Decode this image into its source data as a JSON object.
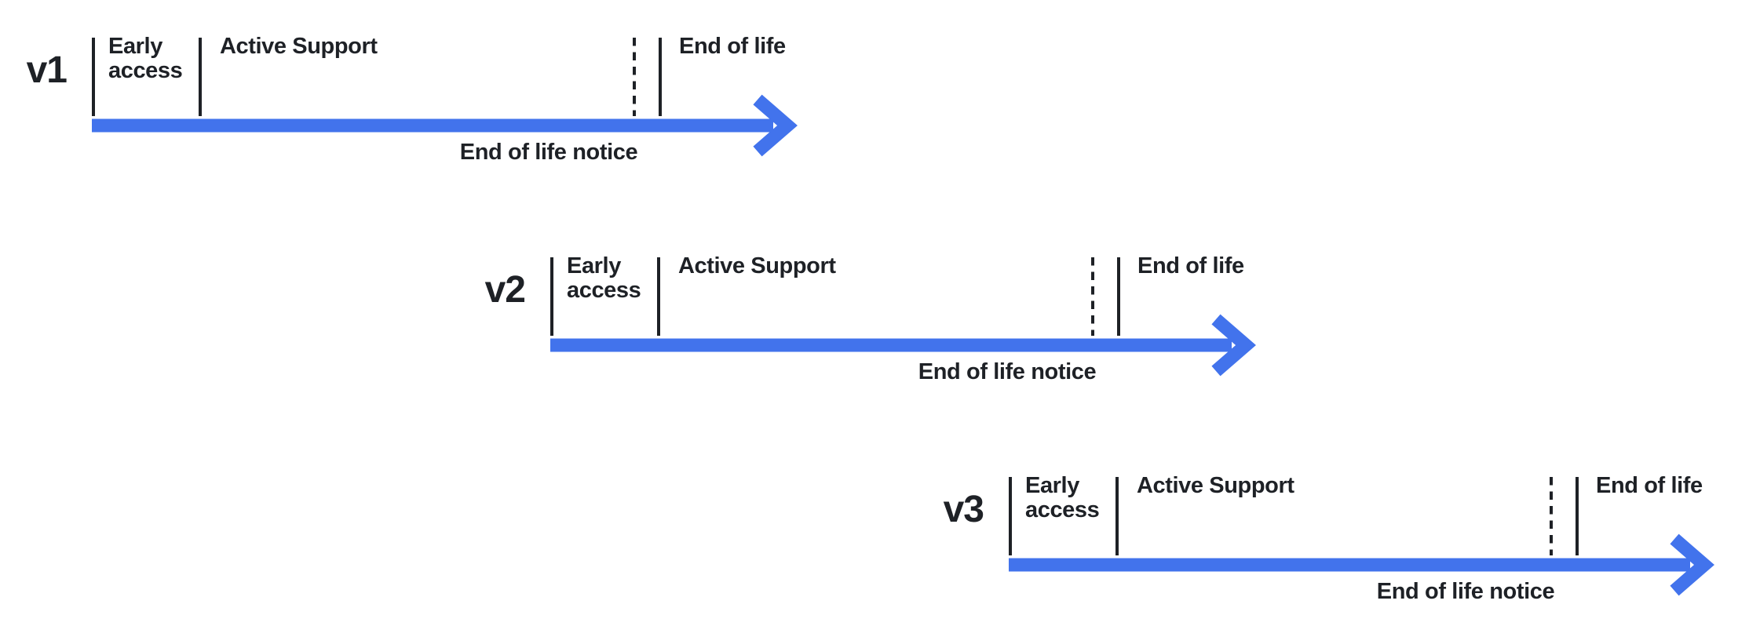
{
  "colors": {
    "accent_blue": "#4273EC",
    "ink": "#1E2126",
    "background": "#FFFFFF"
  },
  "timelines": [
    {
      "version": "v1",
      "labels": {
        "early_access": "Early access",
        "active_support": "Active Support",
        "end_of_life": "End of life",
        "end_of_life_notice": "End of life notice"
      }
    },
    {
      "version": "v2",
      "labels": {
        "early_access": "Early access",
        "active_support": "Active Support",
        "end_of_life": "End of life",
        "end_of_life_notice": "End of life notice"
      }
    },
    {
      "version": "v3",
      "labels": {
        "early_access": "Early access",
        "active_support": "Active Support",
        "end_of_life": "End of life",
        "end_of_life_notice": "End of life notice"
      }
    }
  ]
}
